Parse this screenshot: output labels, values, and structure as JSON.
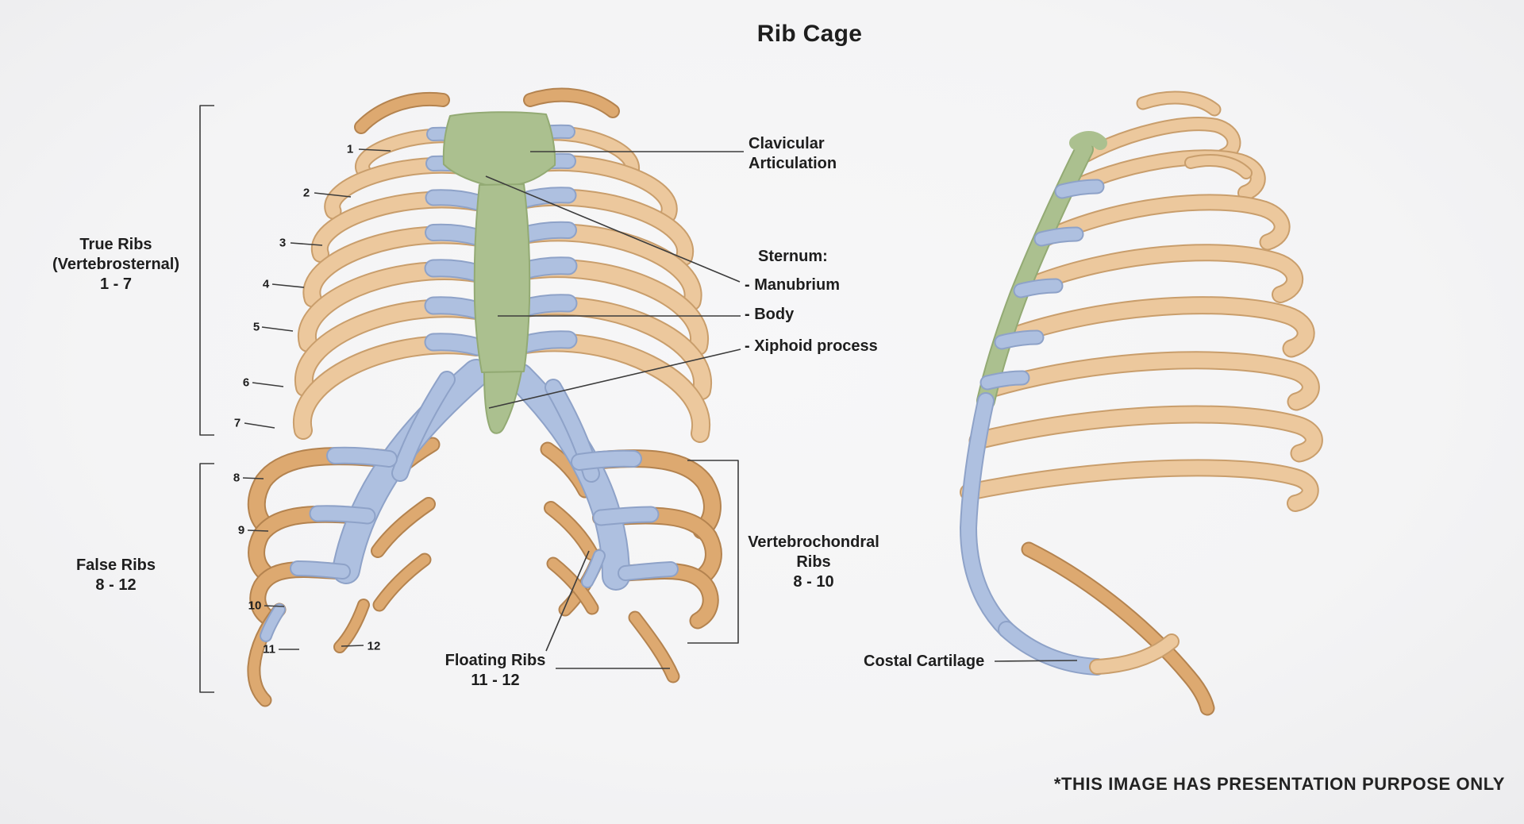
{
  "title": "Rib Cage",
  "colors": {
    "background": "#f4f4f5",
    "text": "#1e1e1e",
    "line": "#3c3c3c",
    "bone": "#ecc89d",
    "bone_shadow": "#c99e6c",
    "bone_lower": "#dda970",
    "bone_lower_shadow": "#b4834f",
    "cartilage": "#aec0e0",
    "cartilage_shadow": "#8ea2c8",
    "sternum": "#abc08f",
    "sternum_edge": "#93aa74"
  },
  "anterior": {
    "rib_numbers": [
      "1",
      "2",
      "3",
      "4",
      "5",
      "6",
      "7",
      "8",
      "9",
      "10",
      "11",
      "12"
    ],
    "bracket_true_ribs": [
      "True Ribs",
      "(Vertebrosternal)",
      "1 - 7"
    ],
    "bracket_false_ribs": [
      "False Ribs",
      "8 - 12"
    ],
    "bracket_vertebrochondral": [
      "Vertebrochondral",
      "Ribs",
      "8 - 10"
    ],
    "label_floating": [
      "Floating Ribs",
      "11 - 12"
    ],
    "label_clavicular": [
      "Clavicular",
      "Articulation"
    ],
    "sternum_heading": "Sternum:",
    "sternum_items": [
      "- Manubrium",
      "- Body",
      "- Xiphoid process"
    ]
  },
  "lateral": {
    "label_costal_cartilage": "Costal Cartilage"
  },
  "footer": {
    "disclaimer": "*THIS IMAGE HAS PRESENTATION PURPOSE ONLY"
  }
}
